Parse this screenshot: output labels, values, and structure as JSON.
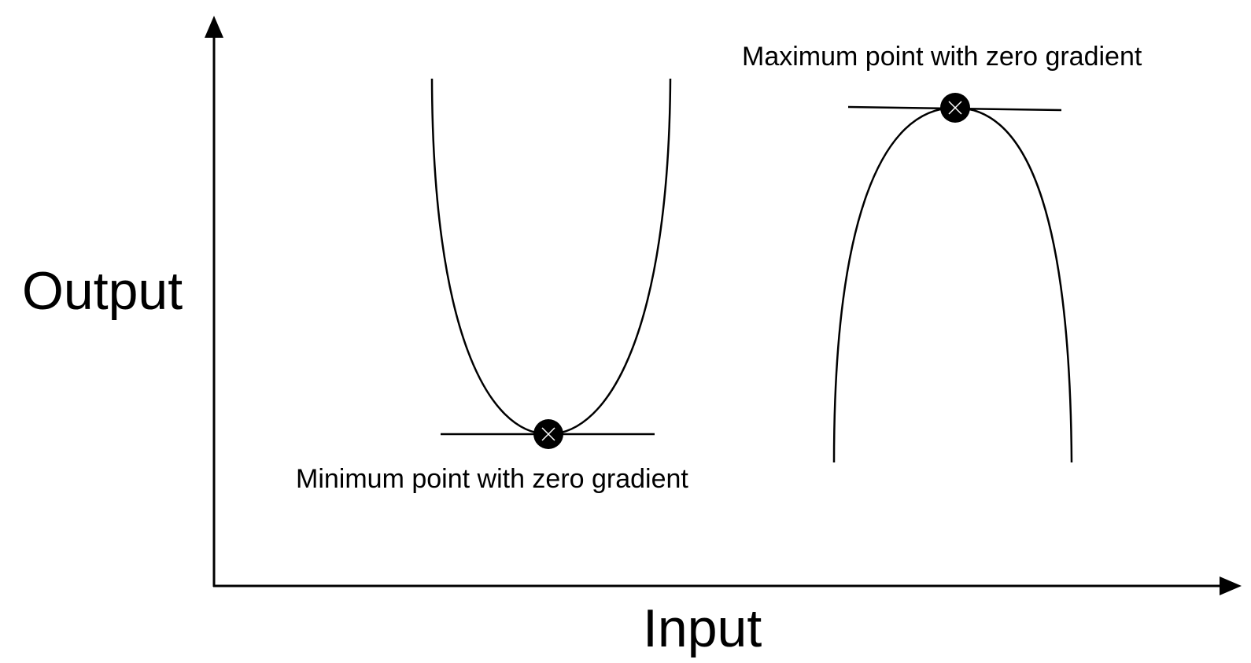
{
  "axes": {
    "y_label": "Output",
    "x_label": "Input"
  },
  "annotations": {
    "minimum": "Minimum point with zero gradient",
    "maximum": "Maximum point with zero gradient"
  },
  "colors": {
    "stroke": "#000000",
    "background": "#ffffff"
  },
  "icons": {
    "stationary_point_marker": "crossed-circle-icon"
  }
}
